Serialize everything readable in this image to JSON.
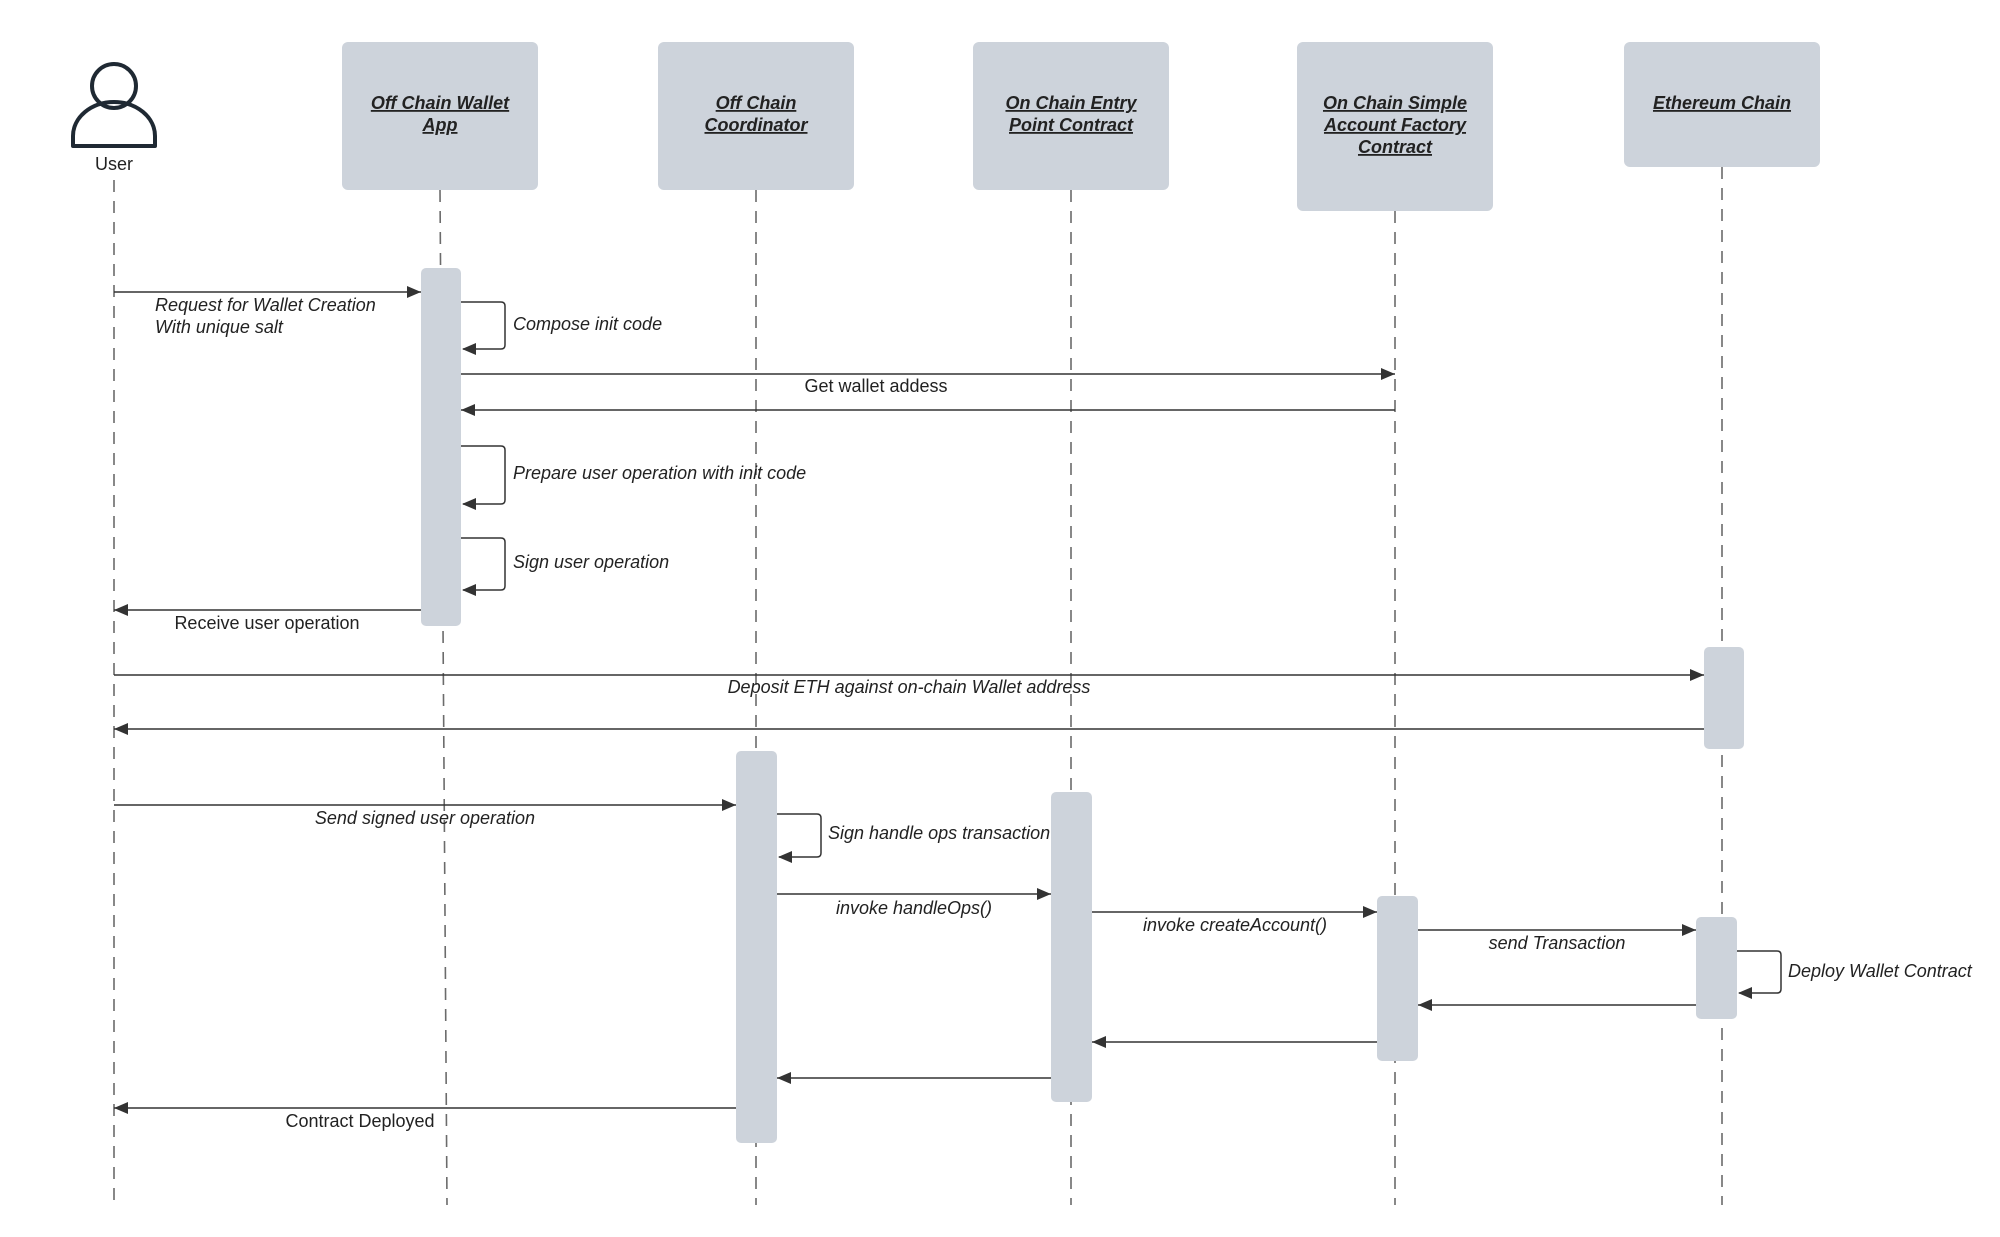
{
  "participants": [
    {
      "id": "user",
      "label": [
        "User"
      ]
    },
    {
      "id": "wallet",
      "label": [
        "Off Chain Wallet",
        "App"
      ]
    },
    {
      "id": "coordinator",
      "label": [
        "Off Chain",
        "Coordinator"
      ]
    },
    {
      "id": "entrypoint",
      "label": [
        "On Chain Entry",
        "Point Contract"
      ]
    },
    {
      "id": "factory",
      "label": [
        "On Chain Simple",
        "Account Factory",
        "Contract"
      ]
    },
    {
      "id": "ethereum",
      "label": [
        "Ethereum Chain"
      ]
    }
  ],
  "messages": [
    {
      "id": "m1",
      "from": "user",
      "to": "wallet",
      "label": [
        "Request for Wallet Creation",
        "With unique salt"
      ],
      "italic": true
    },
    {
      "id": "m2",
      "from": "wallet",
      "to": "wallet",
      "label": [
        "Compose init code"
      ],
      "italic": true
    },
    {
      "id": "m3",
      "from": "wallet",
      "to": "factory",
      "label": [
        "Get wallet addess"
      ],
      "italic": false
    },
    {
      "id": "m4",
      "from": "factory",
      "to": "wallet",
      "label": [],
      "italic": false
    },
    {
      "id": "m5",
      "from": "wallet",
      "to": "wallet",
      "label": [
        "Prepare user operation with init code"
      ],
      "italic": true
    },
    {
      "id": "m6",
      "from": "wallet",
      "to": "wallet",
      "label": [
        "Sign user operation"
      ],
      "italic": true
    },
    {
      "id": "m7",
      "from": "wallet",
      "to": "user",
      "label": [
        "Receive user operation"
      ],
      "italic": false
    },
    {
      "id": "m8",
      "from": "user",
      "to": "ethereum",
      "label": [
        "Deposit ETH against on-chain Wallet address"
      ],
      "italic": true
    },
    {
      "id": "m9",
      "from": "ethereum",
      "to": "user",
      "label": [],
      "italic": false
    },
    {
      "id": "m10",
      "from": "user",
      "to": "coordinator",
      "label": [
        "Send signed user operation"
      ],
      "italic": true
    },
    {
      "id": "m11",
      "from": "coordinator",
      "to": "coordinator",
      "label": [
        "Sign handle ops transaction"
      ],
      "italic": true
    },
    {
      "id": "m12",
      "from": "coordinator",
      "to": "entrypoint",
      "label": [
        "invoke handleOps()"
      ],
      "italic": true
    },
    {
      "id": "m13",
      "from": "entrypoint",
      "to": "factory",
      "label": [
        "invoke createAccount()"
      ],
      "italic": true
    },
    {
      "id": "m14",
      "from": "factory",
      "to": "ethereum",
      "label": [
        "send Transaction"
      ],
      "italic": true
    },
    {
      "id": "m15",
      "from": "ethereum",
      "to": "ethereum",
      "label": [
        "Deploy Wallet Contract"
      ],
      "italic": true
    },
    {
      "id": "m16",
      "from": "ethereum",
      "to": "factory",
      "label": [],
      "italic": false
    },
    {
      "id": "m17",
      "from": "factory",
      "to": "entrypoint",
      "label": [],
      "italic": false
    },
    {
      "id": "m18",
      "from": "entrypoint",
      "to": "coordinator",
      "label": [],
      "italic": false
    },
    {
      "id": "m19",
      "from": "coordinator",
      "to": "user",
      "label": [
        "Contract Deployed"
      ],
      "italic": false
    }
  ]
}
